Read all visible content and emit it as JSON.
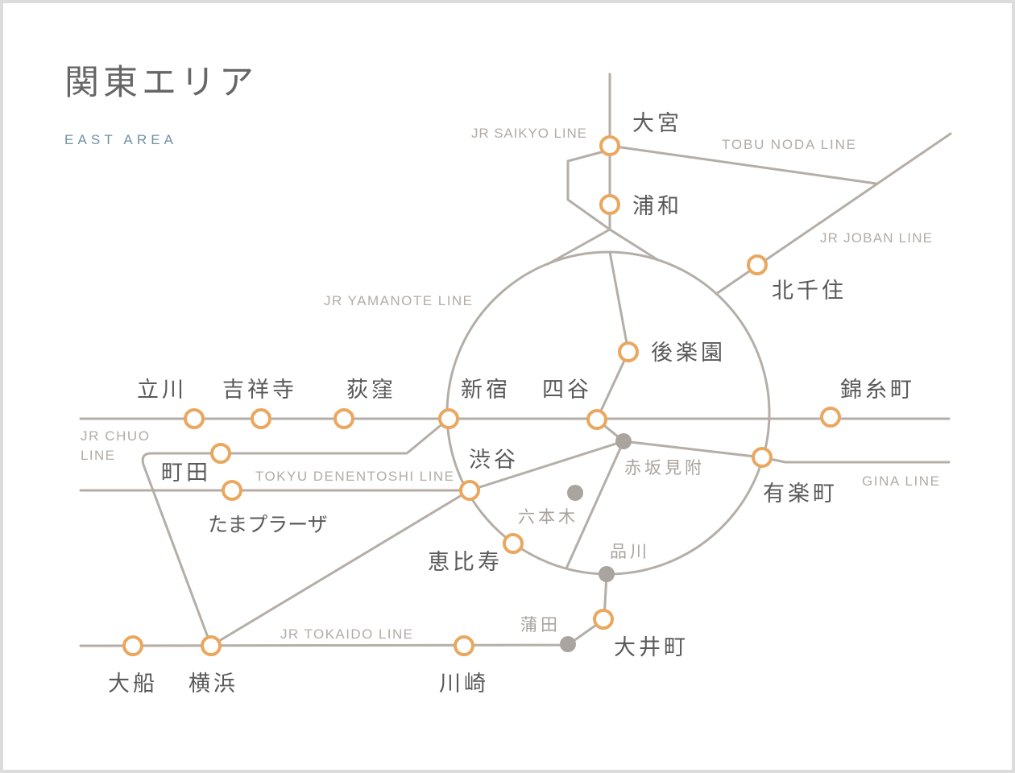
{
  "title": "関東エリア",
  "subtitle": "EAST AREA",
  "colors": {
    "track": "#b4aea7",
    "station_ring": "#eaa75e",
    "minor_station": "#a9a49e",
    "title": "#666666",
    "subtitle": "#6f90a5",
    "station_label": "#595959",
    "minor_label": "#a9a39d",
    "line_label": "#b2aca5",
    "frame": "#dcdcdc"
  },
  "lines": {
    "saikyo": "JR SAIKYO LINE",
    "tobu_noda": "TOBU NODA LINE",
    "joban": "JR JOBAN LINE",
    "yamanote": "JR YAMANOTE LINE",
    "chuo": [
      "JR CHUO",
      "LINE"
    ],
    "denentoshi": "TOKYU DENENTOSHI LINE",
    "gina": "GINA LINE",
    "tokaido": "JR TOKAIDO LINE"
  },
  "stations": {
    "omiya": "大宮",
    "urawa": "浦和",
    "kitasenju": "北千住",
    "korakuen": "後楽園",
    "tachikawa": "立川",
    "kichijoji": "吉祥寺",
    "ogikubo": "荻窪",
    "shinjuku": "新宿",
    "yotsuya": "四谷",
    "kinshicho": "錦糸町",
    "machida": "町田",
    "tamaplaza": "たまプラーザ",
    "shibuya": "渋谷",
    "ebisu": "恵比寿",
    "yurakucho": "有楽町",
    "oimachi": "大井町",
    "ofuna": "大船",
    "yokohama": "横浜",
    "kawasaki": "川崎"
  },
  "minor_stations": {
    "akasakamitsuke": "赤坂見附",
    "roppongi": "六本木",
    "shinagawa": "品川",
    "kamata": "蒲田"
  }
}
